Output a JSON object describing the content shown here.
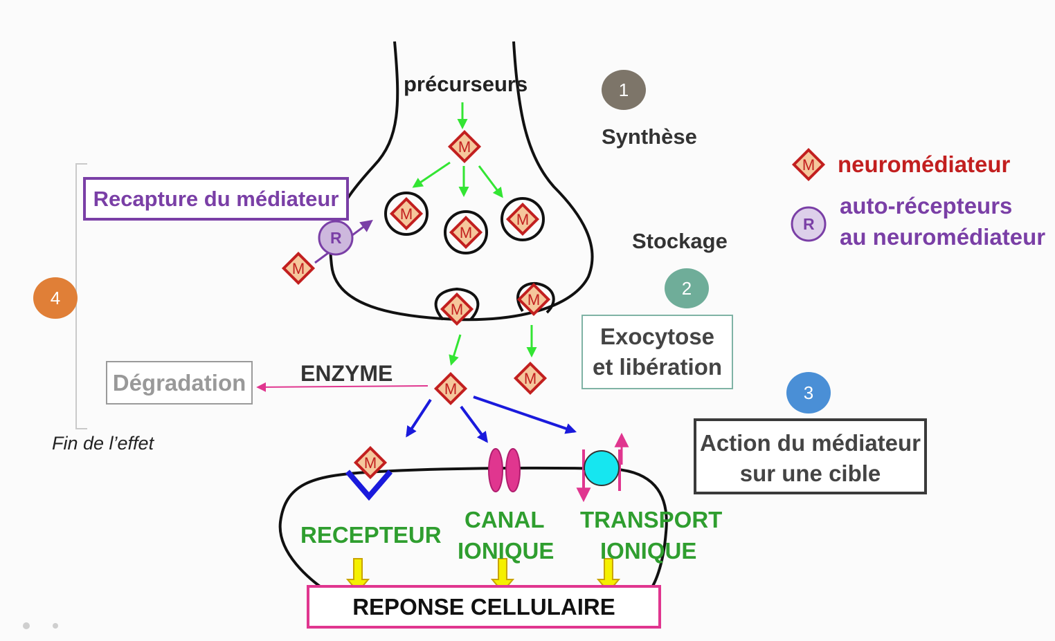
{
  "labels": {
    "precursors": "précurseurs",
    "synthesis": "Synthèse",
    "storage": "Stockage",
    "enzyme": "ENZYME",
    "end_of_effect": "Fin de l’effet",
    "receptor": "RECEPTEUR",
    "ion_channel_1": "CANAL",
    "ion_channel_2": "IONIQUE",
    "ion_transport_1": "TRANSPORT",
    "ion_transport_2": "IONIQUE",
    "cell_response": "REPONSE CELLULAIRE"
  },
  "boxes": {
    "reuptake": "Recapture du médiateur",
    "degradation": "Dégradation",
    "exocytosis_1": "Exocytose",
    "exocytosis_2": "et libération",
    "action_1": "Action du médiateur",
    "action_2": "sur une cible"
  },
  "steps": [
    {
      "num": "1",
      "color": "#7d7569"
    },
    {
      "num": "2",
      "color": "#6fad99"
    },
    {
      "num": "3",
      "color": "#4a8fd6"
    },
    {
      "num": "4",
      "color": "#e07f37"
    }
  ],
  "legend": {
    "neuro_label": "neuromédiateur",
    "auto_line1": "auto-récepteurs",
    "auto_line2": "au neuromédiateur"
  },
  "symbols": {
    "mediator_letter": "M",
    "autoreceptor_letter": "R"
  },
  "colors": {
    "mediator_fill": "#f5c79c",
    "mediator_stroke": "#c21f1f",
    "neuro_text": "#c21f1f",
    "purple": "#7a3fa6",
    "receptor_green": "#2f9e2f",
    "arrow_green": "#33e533",
    "arrow_blue": "#1a1adc",
    "pink": "#e0368f"
  }
}
